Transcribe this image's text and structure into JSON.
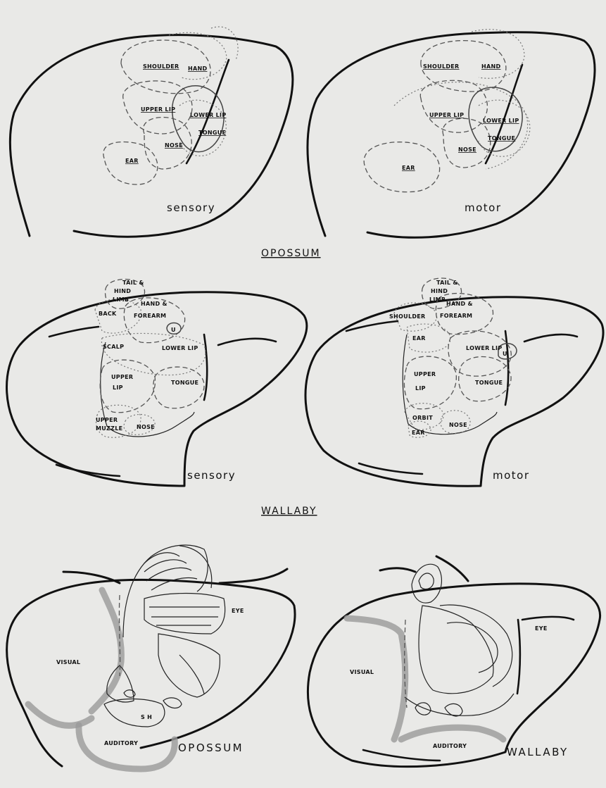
{
  "row1": {
    "species": "OPOSSUM",
    "left": {
      "caption": "sensory",
      "labels": {
        "shoulder": "SHOULDER",
        "hand": "HAND",
        "upper_lip": "UPPER LIP",
        "lower_lip": "LOWER LIP",
        "tongue": "TONGUE",
        "nose": "NOSE",
        "ear": "EAR"
      }
    },
    "right": {
      "caption": "motor",
      "labels": {
        "shoulder": "SHOULDER",
        "hand": "HAND",
        "upper_lip": "UPPER LIP",
        "lower_lip": "LOWER LIP",
        "tongue": "TONGUE",
        "nose": "NOSE",
        "ear": "EAR"
      }
    }
  },
  "row2": {
    "species": "WALLABY",
    "left": {
      "caption": "sensory",
      "labels": {
        "tail": "TAIL &",
        "hind": "HIND",
        "limb": "LIMB",
        "back": "BACK",
        "hand": "HAND &",
        "forearm": "FOREARM",
        "u": "U",
        "scalp": "SCALP",
        "lower_lip": "LOWER LIP",
        "upper": "UPPER",
        "lip": "LIP",
        "tongue": "TONGUE",
        "upper2": "UPPER",
        "muzzle": "MUZZLE",
        "nose": "NOSE"
      }
    },
    "right": {
      "caption": "motor",
      "labels": {
        "tail": "TAIL &",
        "hind": "HIND",
        "limb": "LIMB",
        "shoulder": "SHOULDER",
        "hand": "HAND &",
        "forearm": "FOREARM",
        "ear_top": "EAR",
        "lower_lip": "LOWER LIP",
        "u": "U",
        "upper": "UPPER",
        "lip": "LIP",
        "tongue": "TONGUE",
        "orbit": "ORBIT",
        "ear": "EAR",
        "nose": "NOSE"
      }
    }
  },
  "row3": {
    "left": {
      "species": "OPOSSUM",
      "labels": {
        "eye": "EYE",
        "visual": "VISUAL",
        "auditory": "AUDITORY",
        "sh": "S H"
      }
    },
    "right": {
      "species": "WALLABY",
      "labels": {
        "eye": "EYE",
        "visual": "VISUAL",
        "auditory": "AUDITORY"
      }
    }
  }
}
